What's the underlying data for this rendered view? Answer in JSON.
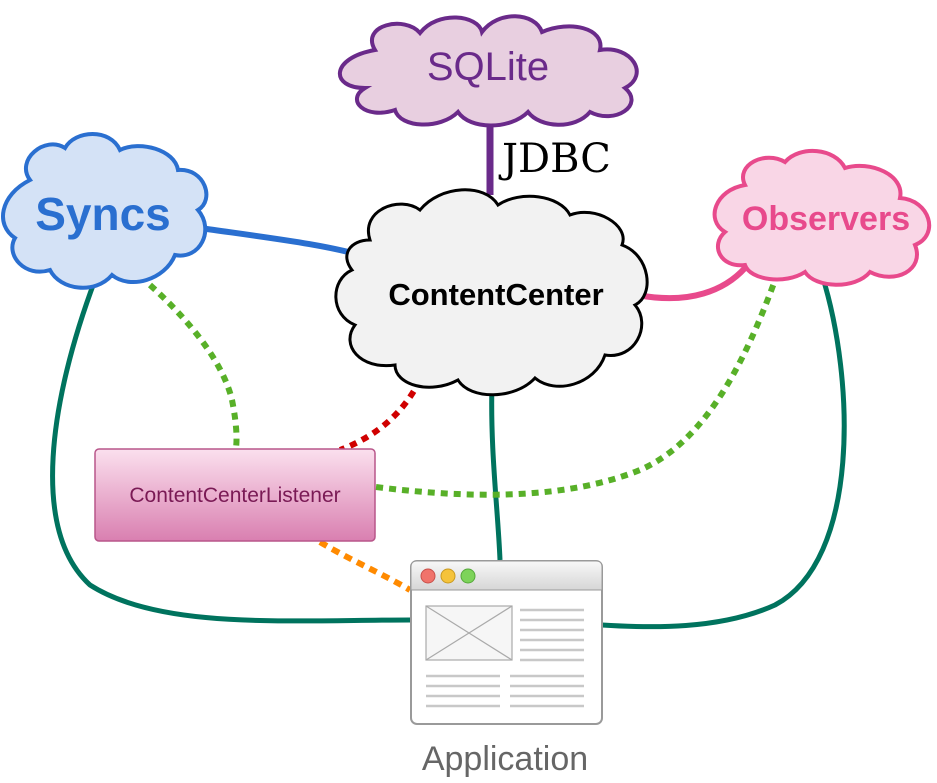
{
  "nodes": {
    "sqlite": {
      "label": "SQLite",
      "fill": "#e8cfe0",
      "stroke": "#6a2a8a",
      "text_color": "#6a2a8a"
    },
    "syncs": {
      "label": "Syncs",
      "fill": "#d4e2f6",
      "stroke": "#2a6fd0",
      "text_color": "#2a6fd0"
    },
    "observers": {
      "label": "Observers",
      "fill": "#f9d6e6",
      "stroke": "#e84a8c",
      "text_color": "#e84a8c"
    },
    "content_center": {
      "label": "ContentCenter",
      "fill": "#f2f2f2",
      "stroke": "#000000",
      "text_color": "#000000"
    },
    "listener": {
      "label": "ContentCenterListener",
      "text_color": "#7a1a55"
    },
    "application": {
      "label": "Application",
      "text_color": "#666666"
    }
  },
  "edges": {
    "jdbc": {
      "label": "JDBC",
      "color": "#6a2a8a"
    },
    "syncs_to_center": {
      "color": "#2a6fd0"
    },
    "center_to_observers": {
      "color": "#e84a8c"
    },
    "application_links": {
      "color": "#00735e"
    },
    "listener_links": {
      "color": "#58b028"
    },
    "center_to_listener": {
      "color": "#d00000"
    },
    "listener_to_application": {
      "color": "#ff8a00"
    }
  }
}
